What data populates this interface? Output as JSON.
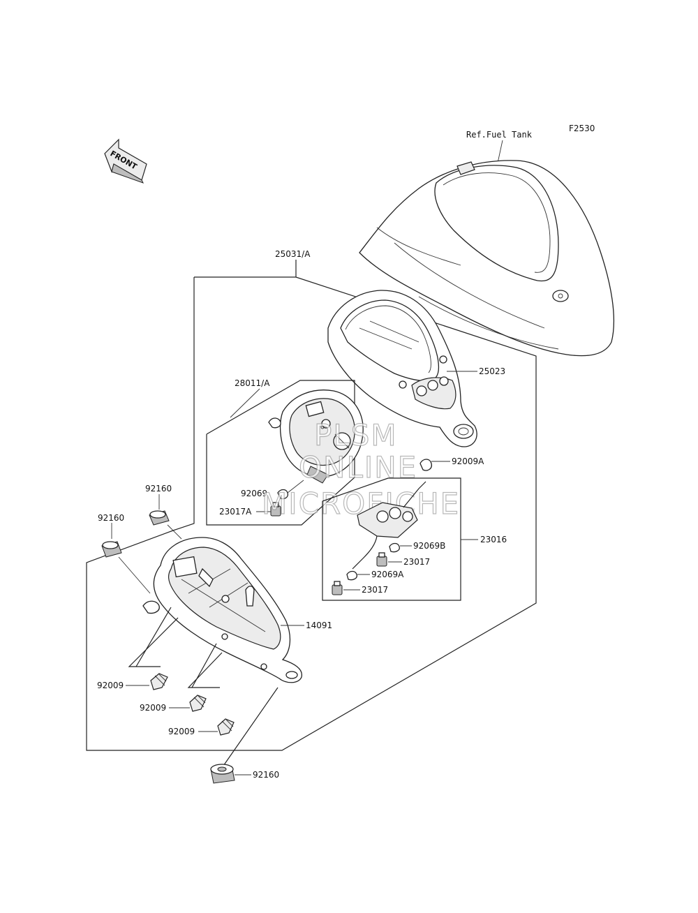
{
  "figure_code": "F2530",
  "reference_note": "Ref.Fuel Tank",
  "direction_arrow": "FRONT",
  "watermark": [
    "PLSM",
    "ONLINE",
    "MICROFICHE"
  ],
  "parts": {
    "p25031": "25031/A",
    "p25023": "25023",
    "p28011": "28011/A",
    "p92009A": "92009A",
    "p92069": "92069",
    "p23017A": "23017A",
    "p23016": "23016",
    "p92069B": "92069B",
    "p23017a": "23017",
    "p92069A": "92069A",
    "p23017b": "23017",
    "p92160a": "92160",
    "p92160b": "92160",
    "p14091": "14091",
    "p92009a": "92009",
    "p92009b": "92009",
    "p92009c": "92009",
    "p92160c": "92160"
  }
}
